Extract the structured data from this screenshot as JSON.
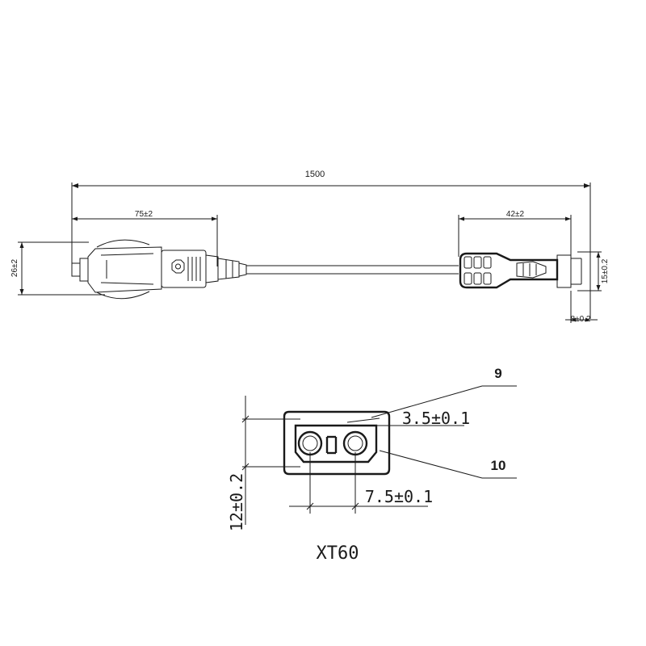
{
  "cable_view": {
    "overall_length": "1500",
    "plug_length": "75±2",
    "connector_length": "42±2",
    "plug_height": "26±2",
    "connector_height": "15±0.2",
    "connector_width": "8±0.2"
  },
  "xt60_view": {
    "callout_top": "9",
    "callout_bottom": "10",
    "pin_diameter": "3.5±0.1",
    "pin_spacing": "7.5±0.1",
    "body_height": "12±0.2",
    "caption": "XT60"
  }
}
